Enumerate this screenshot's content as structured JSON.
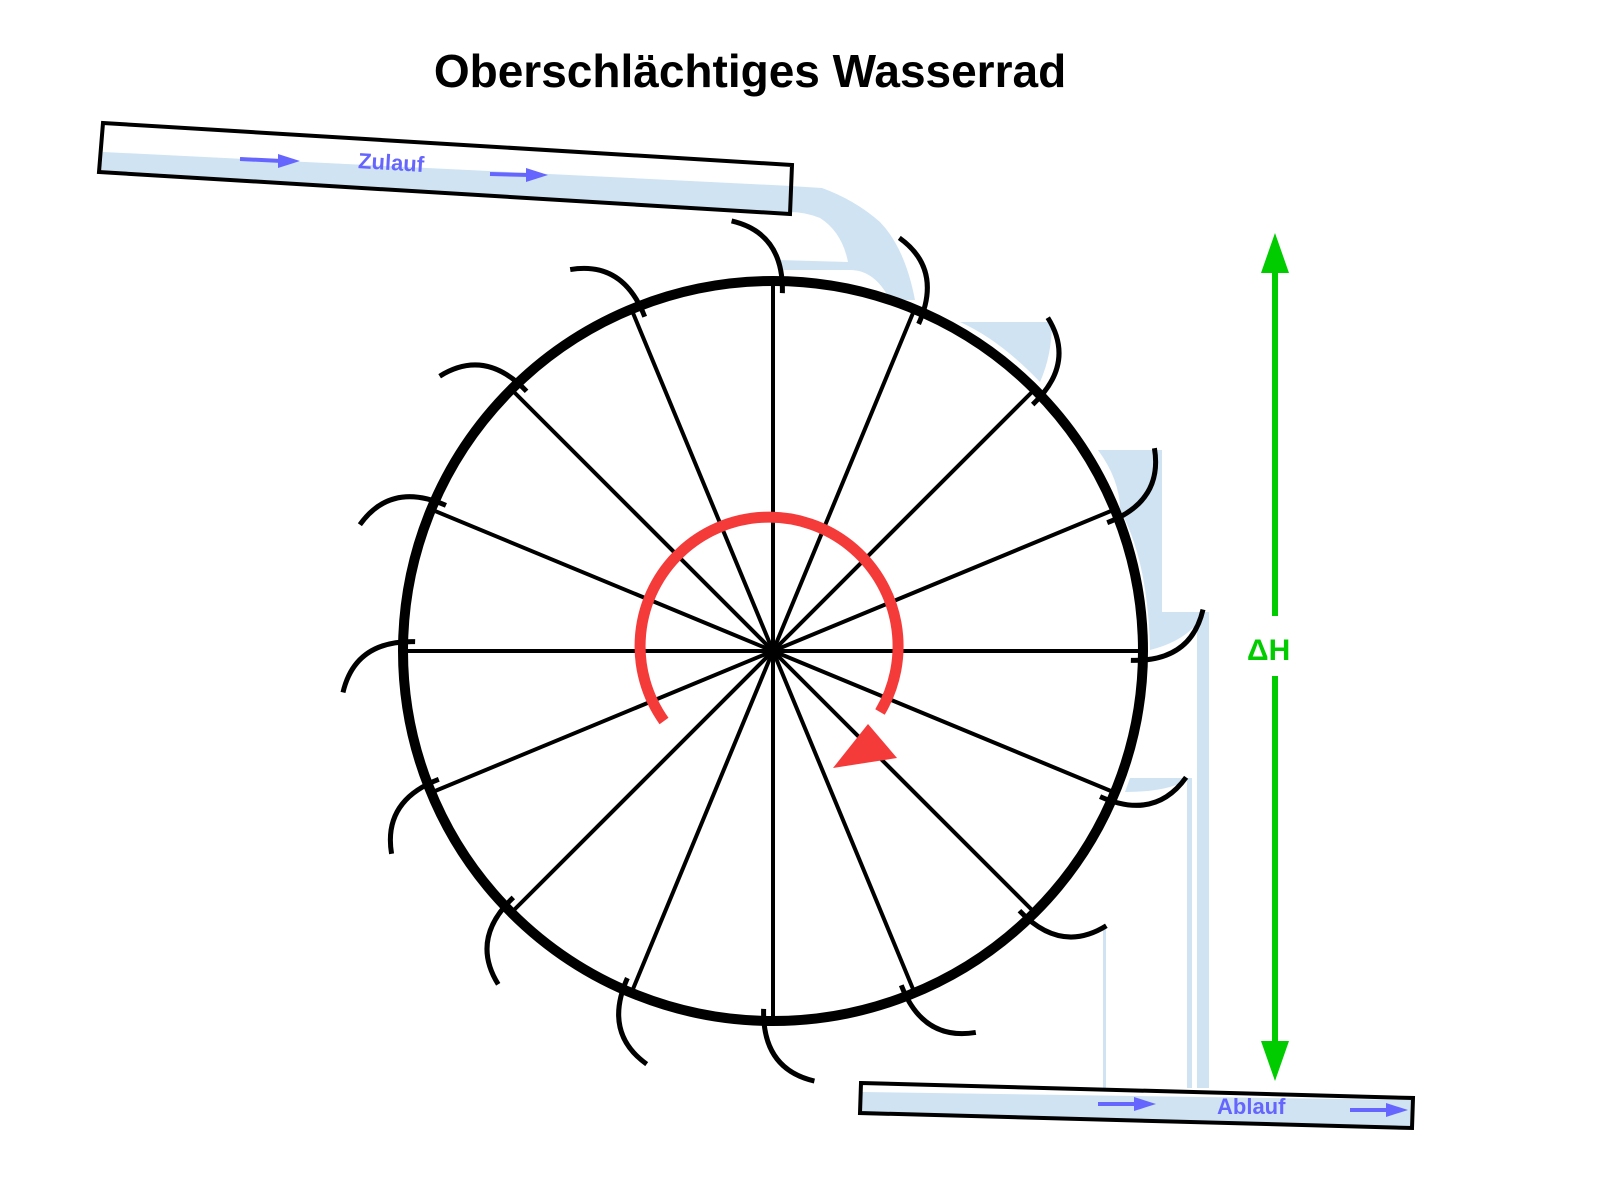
{
  "title": "Oberschlächtiges Wasserrad",
  "labels": {
    "inflow": "Zulauf",
    "outflow": "Ablauf",
    "head": "ΔH"
  },
  "colors": {
    "water": "#cfe3f3",
    "flow_arrow": "#6666ff",
    "rotation_arrow": "#f53a3a",
    "head_arrow": "#00cc00",
    "structure": "#000000"
  },
  "wheel": {
    "spokes": 16,
    "rotation": "clockwise"
  }
}
